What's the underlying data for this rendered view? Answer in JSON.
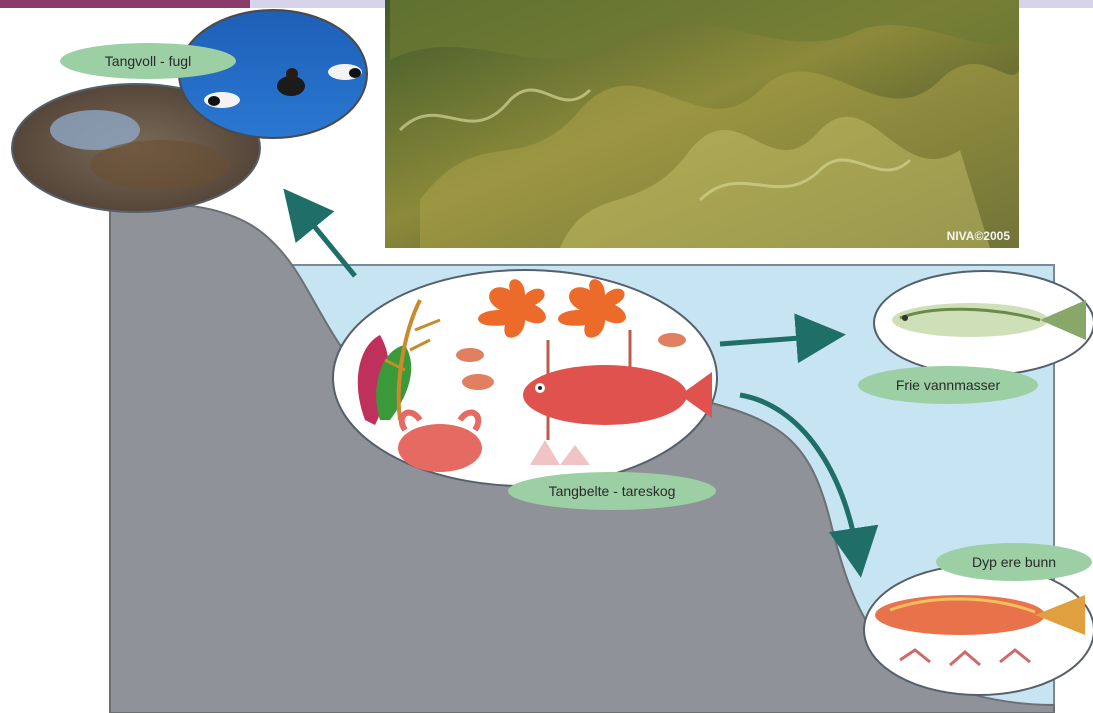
{
  "labels": {
    "tangvoll": "Tangvoll  - fugl",
    "frie": "Frie  vannmasser",
    "tangbelte": "Tangbelte - tareskog",
    "dypere": "Dyp ere bunn"
  },
  "photo_credit": "NIVA©2005",
  "colors": {
    "rock": "#8f9399",
    "water": "#c6e4f1",
    "label_pill": "#9ccfa4",
    "arrow": "#1f6f68"
  }
}
